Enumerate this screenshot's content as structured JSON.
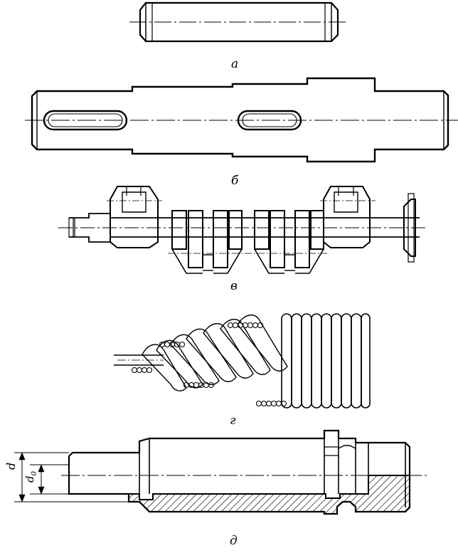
{
  "figure": {
    "captions": {
      "a": "а",
      "b": "б",
      "v": "в",
      "g": "г",
      "d": "д"
    },
    "dimensions": {
      "outer": "d",
      "inner_letter": "d",
      "inner_sub": "0"
    }
  }
}
